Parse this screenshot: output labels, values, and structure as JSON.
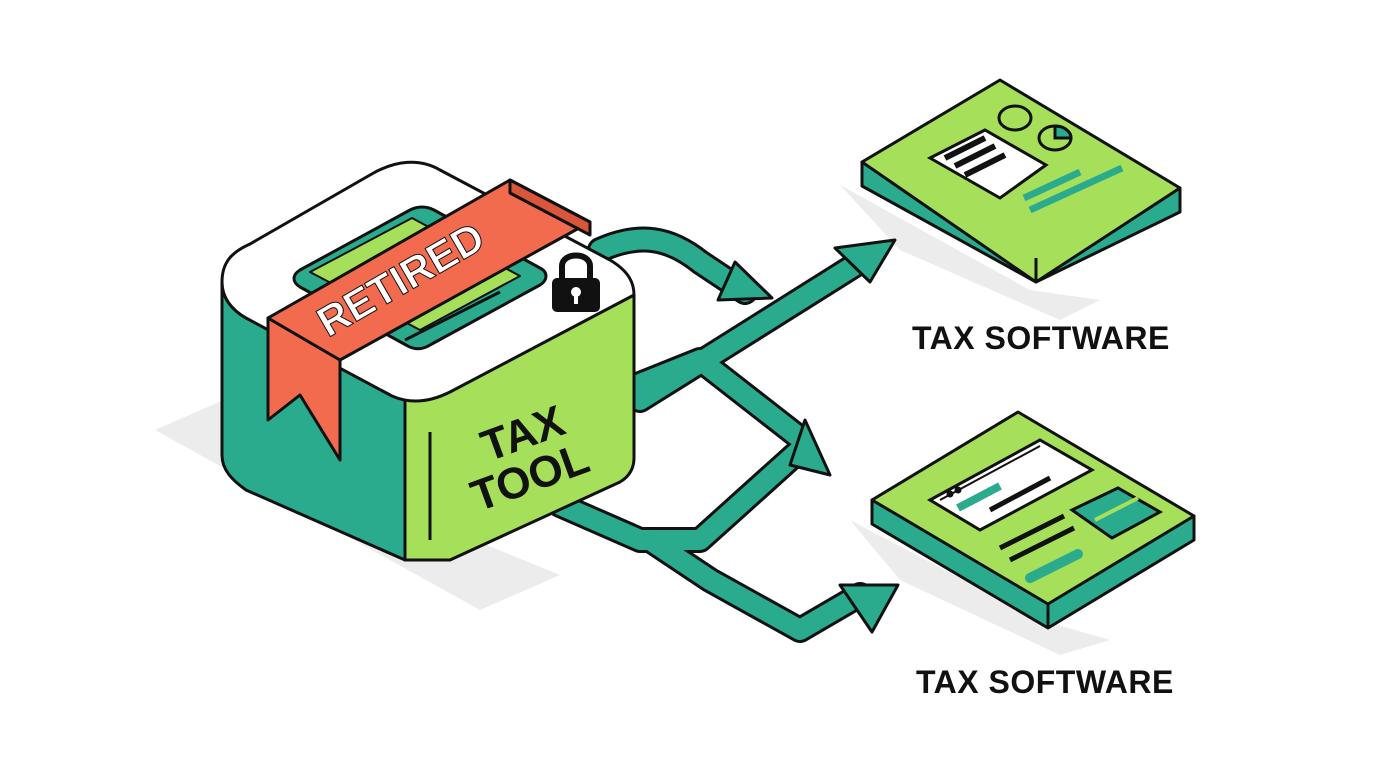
{
  "legacy_tool": {
    "banner_text": "RETIRED",
    "label_line1": "TAX",
    "label_line2": "TOOL",
    "lock_icon": "padlock-icon"
  },
  "destinations": [
    {
      "caption": "TAX SOFTWARE",
      "screen_icon": "dashboard-screen-icon"
    },
    {
      "caption": "TAX SOFTWARE",
      "screen_icon": "form-screen-icon"
    }
  ],
  "colors": {
    "lime": "#a6e05a",
    "teal": "#2aab8e",
    "teal_dark": "#1f8f74",
    "coral": "#f26b4f",
    "outline": "#111111",
    "shadow": "#e6e6e6"
  }
}
